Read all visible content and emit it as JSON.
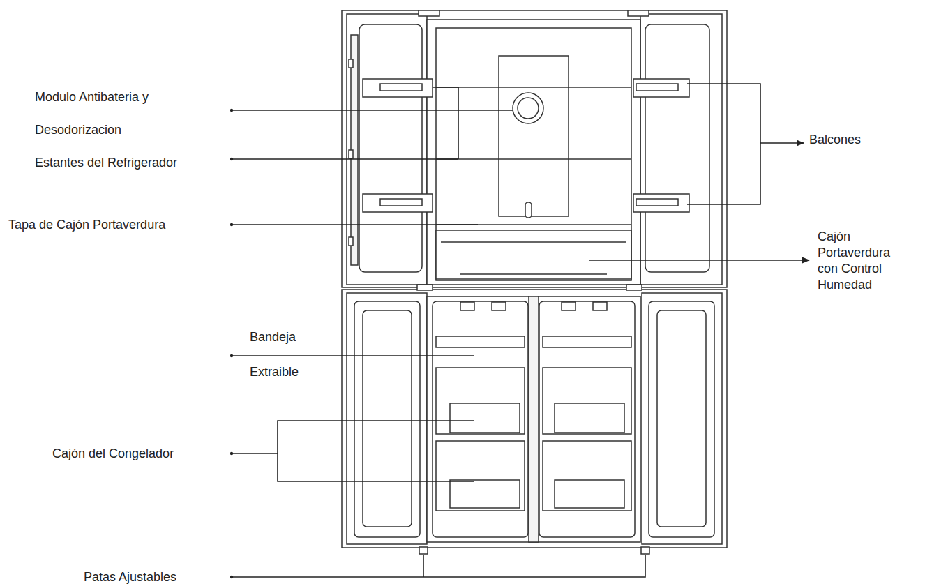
{
  "diagram": {
    "labels": [
      "Modulo Antibateria y Desodorizacion",
      "Estantes del Refrigerador",
      "Tapa de Cajón Portaverdura",
      "Bandeja Extraible",
      "Cajón del Congelador",
      "Patas Ajustables",
      "Balcones",
      "Cajón Portaverdura con Control Humedad"
    ]
  }
}
